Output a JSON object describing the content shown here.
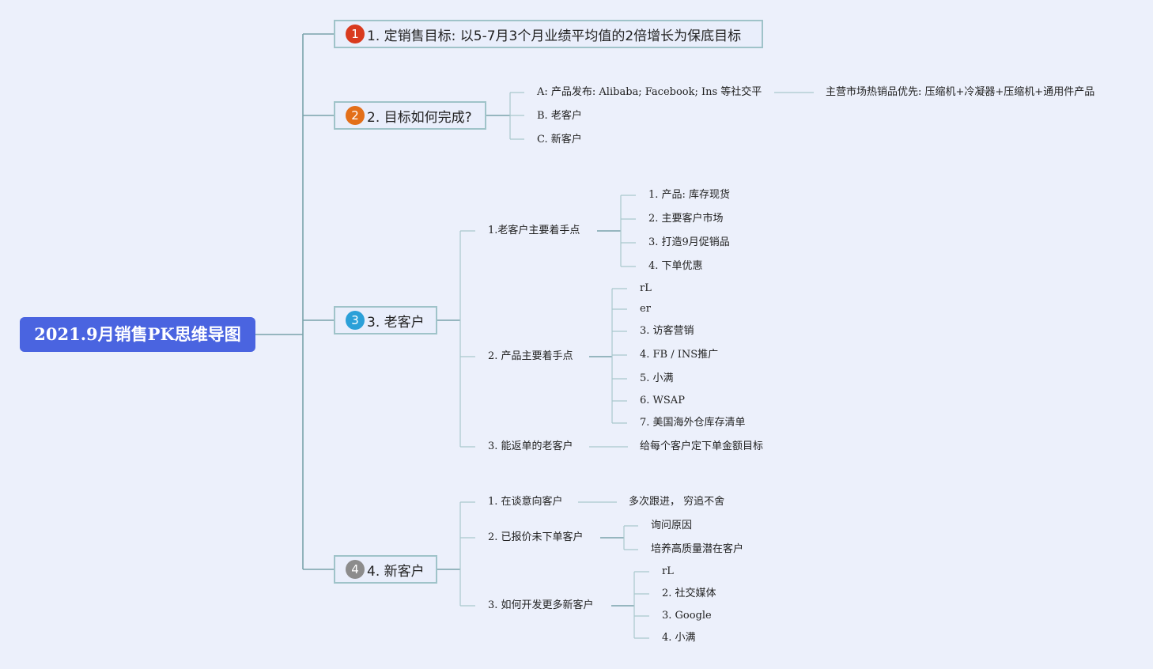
{
  "colors": {
    "root_bg": "#4a64e0",
    "line": "#7aa3ab",
    "badge1": "#d93a1e",
    "badge2": "#e36f19",
    "badge3": "#2ba0d8",
    "badge4": "#8c8c8c"
  },
  "root": {
    "title": "2021.9月销售PK思维导图"
  },
  "branches": [
    {
      "num": "1",
      "label": "1. 定销售目标: 以5-7月3个月业绩平均值的2倍增长为保底目标"
    },
    {
      "num": "2",
      "label": "2. 目标如何完成?"
    },
    {
      "num": "3",
      "label": "3. 老客户"
    },
    {
      "num": "4",
      "label": "4. 新客户"
    }
  ],
  "b2": {
    "items": [
      "A: 产品发布: Alibaba; Facebook; Ins 等社交平",
      "B. 老客户",
      "C. 新客户"
    ],
    "a_detail": "主营市场热销品优先: 压缩机+冷凝器+压缩机+通用件产品"
  },
  "b3": {
    "sub1": {
      "label": "1.老客户主要着手点",
      "items": [
        "1. 产品: 库存现货",
        "2. 主要客户市场",
        "3. 打造9月促销品",
        "4. 下单优惠"
      ]
    },
    "sub2": {
      "label": "2. 产品主要着手点",
      "items": [
        "rL",
        "er",
        "3. 访客营销",
        "4. FB / INS推广",
        "5. 小满",
        "6. WSAP",
        "7. 美国海外仓库存清单"
      ]
    },
    "sub3": {
      "label": "3. 能返单的老客户",
      "detail": "给每个客户定下单金额目标"
    }
  },
  "b4": {
    "sub1": {
      "label": "1. 在谈意向客户",
      "detail": "多次跟进， 穷追不舍"
    },
    "sub2": {
      "label": "2. 已报价未下单客户",
      "items": [
        "询问原因",
        "培养高质量潜在客户"
      ]
    },
    "sub3": {
      "label": "3. 如何开发更多新客户",
      "items": [
        "rL",
        "2. 社交媒体",
        "3. Google",
        "4. 小满"
      ]
    }
  }
}
